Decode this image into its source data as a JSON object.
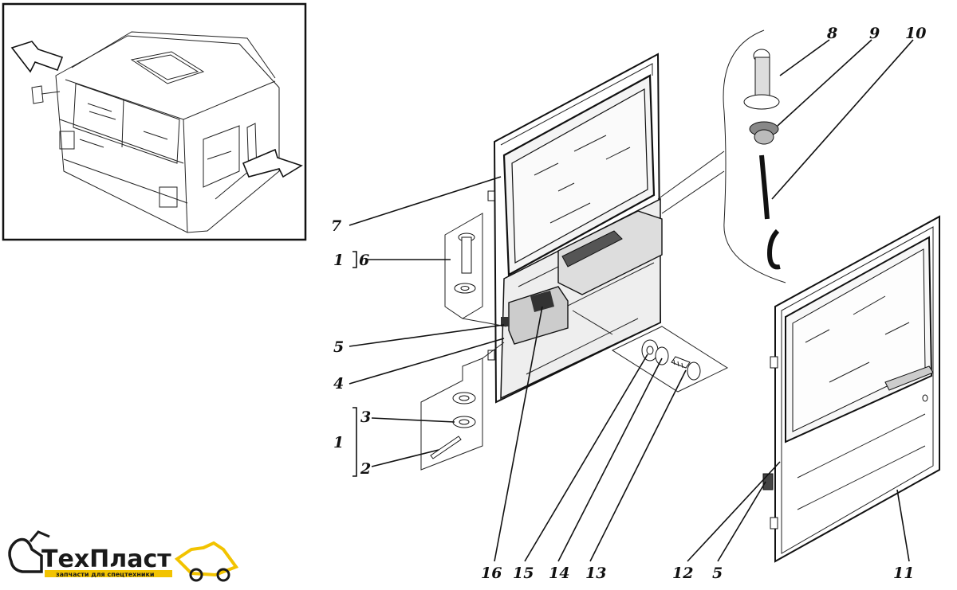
{
  "labels": {
    "l1a": "1",
    "l6": "6",
    "l7": "7",
    "l5a": "5",
    "l4": "4",
    "l1b": "1",
    "l3": "3",
    "l2": "2",
    "l8": "8",
    "l9": "9",
    "l10": "10",
    "l16": "16",
    "l15": "15",
    "l14": "14",
    "l13": "13",
    "l12": "12",
    "l5b": "5",
    "l11": "11"
  },
  "logo": {
    "name": "ТехПласт",
    "tagline": "запчасти для спецтехники",
    "accent": "#f2c300"
  }
}
